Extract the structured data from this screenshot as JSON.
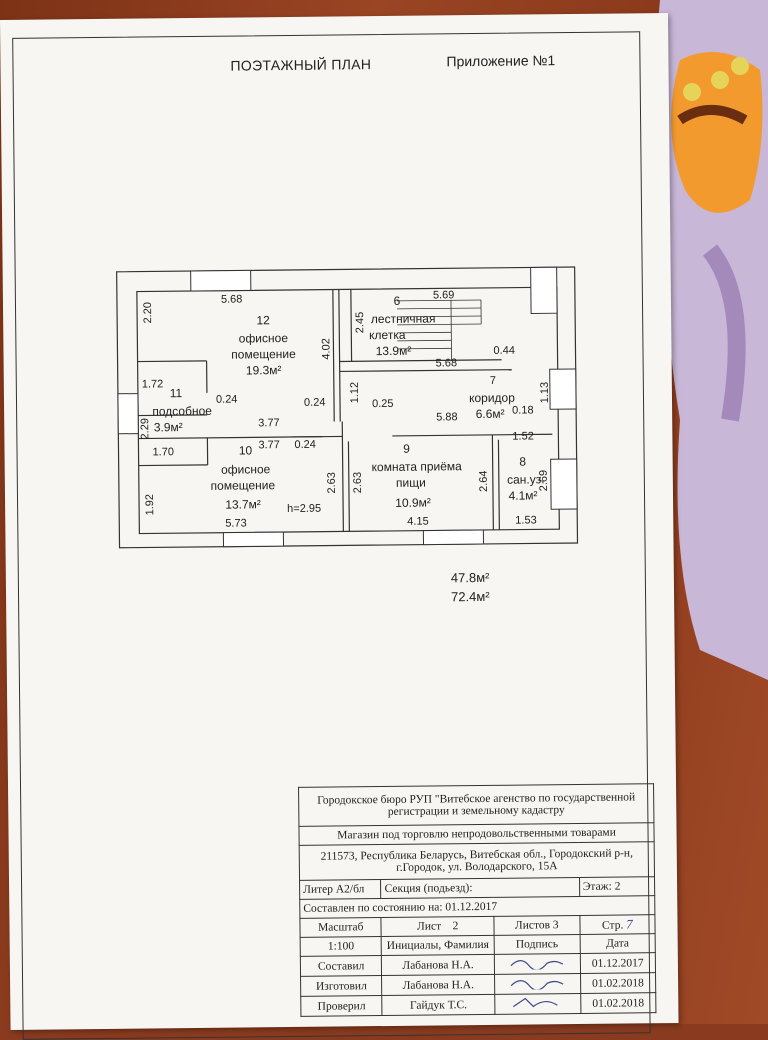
{
  "header": {
    "title": "ПОЭТАЖНЫЙ ПЛАН",
    "appendix": "Приложение №1"
  },
  "plan": {
    "rooms": [
      {
        "num": "12",
        "name1": "офисное",
        "name2": "помещение",
        "area": "19.3м²"
      },
      {
        "num": "6",
        "name1": "лестничная",
        "name2": "клетка",
        "area": "13.9м²"
      },
      {
        "num": "11",
        "name1": "подсобное",
        "area": "3.9м²"
      },
      {
        "num": "",
        "name1": "коридор",
        "area": "6.6м²"
      },
      {
        "num": "10",
        "name1": "офисное",
        "name2": "помещение",
        "area": "13.7м²"
      },
      {
        "num": "9",
        "name1": "комната приёма",
        "name2": "пищи",
        "area": "10.9м²"
      },
      {
        "num": "8",
        "name1": "сан.уз.",
        "area": "4.1м²"
      }
    ],
    "dims": {
      "d568": "5.68",
      "d220": "2.20",
      "d245": "2.45",
      "d569": "5.69",
      "d044": "0.44",
      "d402": "4.02",
      "d568b": "5.68",
      "d7": "7",
      "d172": "1.72",
      "d024a": "0.24",
      "d024b": "0.24",
      "d112": "1.12",
      "d025": "0.25",
      "d229": "2.29",
      "d377a": "3.77",
      "d588": "5.88",
      "d018": "0.18",
      "d113": "1.13",
      "d170": "1.70",
      "d377b": "3.77",
      "d024c": "0.24",
      "d152": "1.52",
      "d269": "2.69",
      "d192": "1.92",
      "d263a": "2.63",
      "d263b": "2.63",
      "d264": "2.64",
      "d573": "5.73",
      "d415": "4.15",
      "d153": "1.53",
      "h": "h=2.95"
    }
  },
  "totals": {
    "t1": "47.8м²",
    "t2": "72.4м²"
  },
  "stamp": {
    "org": "Городокское бюро РУП \"Витебское агенство по государственной регистрации и земельному кадастру",
    "object": "Магазин под торговлю непродовольственными товарами",
    "address": "211573, Республика Беларусь, Витебская обл., Городокский р-н, г.Городок, ул. Володарского, 15А",
    "liter": "Литер А2/бл",
    "section": "Секция (подьезд):",
    "floor": "Этаж: 2",
    "compiled": "Составлен по состоянию на: 01.12.2017",
    "scale_label": "Масштаб",
    "sheet_label": "Лист",
    "sheet_value": "2",
    "sheets_label": "Листов 3",
    "page_label": "Стр.",
    "page_value": "7",
    "scale": "1:100",
    "names_label": "Инициалы, Фамилия",
    "sign_label": "Подпись",
    "date_label": "Дата",
    "rows": [
      {
        "role": "Составил",
        "name": "Лабанова Н.А.",
        "date": "01.12.2017"
      },
      {
        "role": "Изготовил",
        "name": "Лабанова Н.А.",
        "date": "01.02.2018"
      },
      {
        "role": "Проверил",
        "name": "Гайдук Т.С.",
        "date": "01.02.2018"
      }
    ]
  }
}
